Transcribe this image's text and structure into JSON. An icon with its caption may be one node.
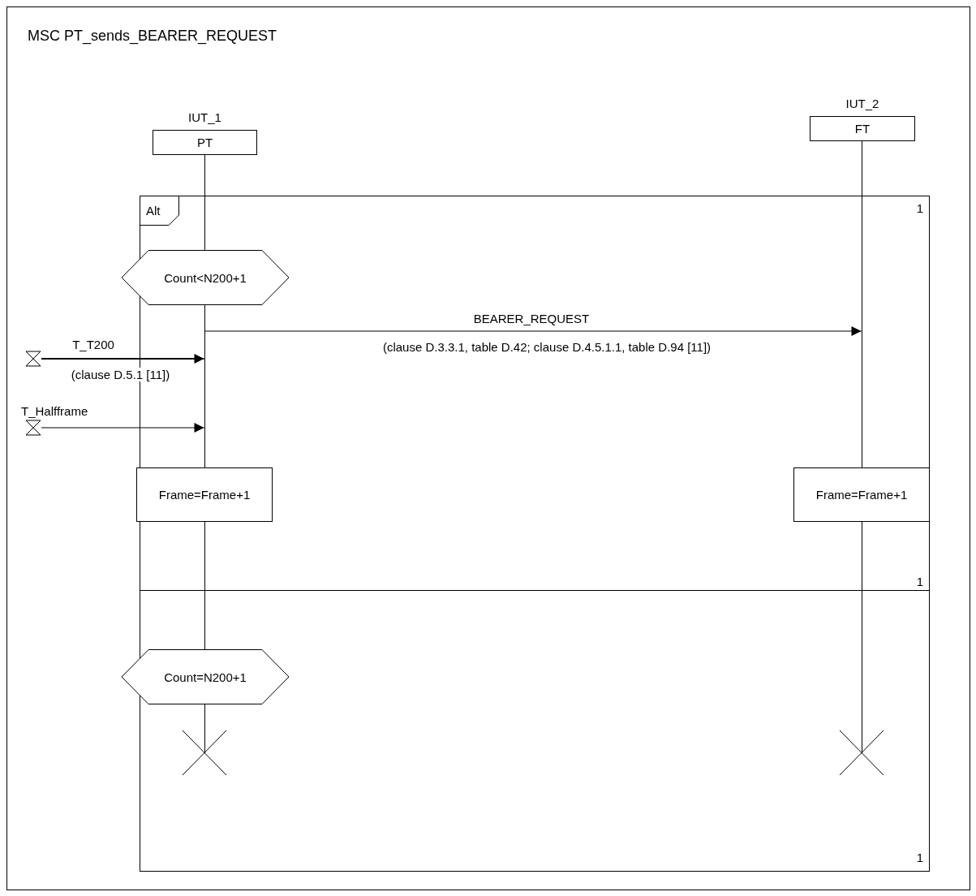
{
  "diagram": {
    "title": "MSC  PT_sends_BEARER_REQUEST",
    "nodes": [
      {
        "text": [
          "IUT_1",
          "PT"
        ]
      },
      {
        "text": [
          "IUT_2",
          "FT"
        ]
      },
      {
        "text": [],
        "shape": "line"
      },
      {
        "text": [],
        "shape": "line"
      },
      {
        "text": [
          "Alt"
        ]
      },
      {
        "text": [
          "Count<N200+1"
        ]
      },
      {
        "text": [
          "Frame=Frame+1"
        ]
      },
      {
        "text": [
          "Frame=Frame+1"
        ]
      },
      {
        "text": [
          "Count=N200+1"
        ]
      },
      {
        "text": [],
        "shape": "hourglass"
      },
      {
        "text": [],
        "shape": "hourglass"
      }
    ],
    "edges": [
      {
        "from": 2,
        "to": 3,
        "arrow": "to",
        "label": "BEARER_REQUEST"
      },
      {
        "from": 9,
        "to": 2,
        "arrow": "to",
        "label": "T_T200"
      },
      {
        "from": 10,
        "to": 2,
        "arrow": "to",
        "label": "T_Halfframe"
      }
    ],
    "labels": [
      "1",
      "(clause D.3.3.1, table D.42; clause D.4.5.1.1, table D.94 [11])",
      "(clause D.5.1 [11])",
      "1",
      "1"
    ]
  }
}
